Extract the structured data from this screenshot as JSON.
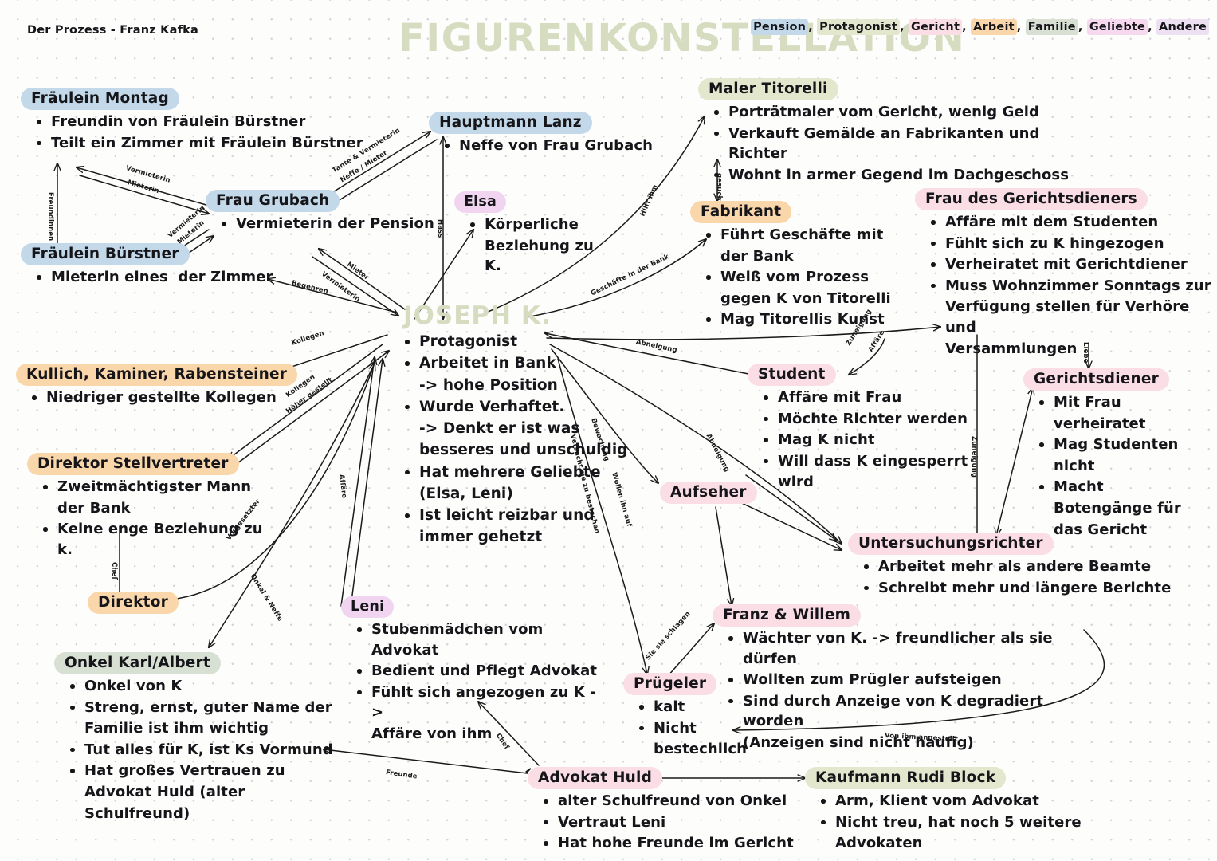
{
  "document": {
    "header": "Der Prozess - Franz Kafka",
    "title": "FIGURENKONSTELLATION",
    "title_color": "#d6dcc0"
  },
  "legend": {
    "items": [
      {
        "label": "Pension",
        "color": "#c3d8e8"
      },
      {
        "label": "Protagonist",
        "color": "#e3e7cd"
      },
      {
        "label": "Gericht",
        "color": "#fadde5"
      },
      {
        "label": "Arbeit",
        "color": "#fad7ab"
      },
      {
        "label": "Familie",
        "color": "#d7e0d3"
      },
      {
        "label": "Geliebte",
        "color": "#f6d9ef"
      },
      {
        "label": "Andere",
        "color": "#ece0f2"
      }
    ],
    "separator": ", "
  },
  "central": {
    "title": "JOSEPH K.",
    "category": "Protagonist",
    "bullets": [
      "Protagonist",
      "Arbeitet in Bank",
      "-> hohe Position",
      "Wurde Verhaftet.",
      "-> Denkt er ist was",
      "besseres und unschuldig",
      "Hat mehrere Geliebte",
      "(Elsa, Leni)",
      "Ist leicht reizbar und",
      "immer gehetzt"
    ]
  },
  "nodes": [
    {
      "id": "fraeulein-montag",
      "title": "Fräulein Montag",
      "color": "#c3d8e8",
      "category": "Pension",
      "bullets": [
        "Freundin von Fräulein Bürstner",
        "Teilt ein Zimmer mit Fräulein Bürstner"
      ]
    },
    {
      "id": "fraeulein-buerstner",
      "title": "Fräulein Bürstner",
      "color": "#c3d8e8",
      "category": "Pension",
      "bullets": [
        "Mieterin eines  der Zimmer"
      ]
    },
    {
      "id": "frau-grubach",
      "title": "Frau Grubach",
      "color": "#c3d8e8",
      "category": "Pension",
      "bullets": [
        "Vermieterin der Pension"
      ]
    },
    {
      "id": "hauptmann-lanz",
      "title": "Hauptmann Lanz",
      "color": "#c3d8e8",
      "category": "Pension",
      "bullets": [
        "Neffe von Frau Grubach"
      ]
    },
    {
      "id": "elsa",
      "title": "Elsa",
      "color": "#f6d9ef",
      "category": "Geliebte",
      "bullets": [
        "Körperliche",
        "Beziehung zu K."
      ]
    },
    {
      "id": "maler-titorelli",
      "title": "Maler Titorelli",
      "color": "#e3e7cd",
      "category": "Andere",
      "bullets": [
        "Porträtmaler vom Gericht, wenig Geld",
        "Verkauft Gemälde an Fabrikanten und Richter",
        "Wohnt in armer Gegend im Dachgeschoss"
      ]
    },
    {
      "id": "fabrikant",
      "title": "Fabrikant",
      "color": "#fad7ab",
      "category": "Arbeit",
      "bullets": [
        "Führt Geschäfte mit",
        "der Bank",
        "Weiß vom Prozess",
        "gegen K von Titorelli",
        "Mag Titorellis Kunst"
      ]
    },
    {
      "id": "frau-des-gerichtsdieners",
      "title": "Frau des Gerichtsdieners",
      "color": "#fadde5",
      "category": "Gericht",
      "bullets": [
        "Affäre mit dem Studenten",
        "Fühlt sich zu K hingezogen",
        "Verheiratet mit Gerichtdiener",
        "Muss Wohnzimmer Sonntags zur",
        "Verfügung stellen für Verhöre und",
        "Versammlungen"
      ]
    },
    {
      "id": "student",
      "title": "Student",
      "color": "#fadde5",
      "category": "Gericht",
      "bullets": [
        "Affäre mit Frau",
        "Möchte Richter werden",
        "Mag K nicht",
        "Will dass K eingesperrt",
        "wird"
      ]
    },
    {
      "id": "gerichtsdiener",
      "title": "Gerichtsdiener",
      "color": "#fadde5",
      "category": "Gericht",
      "bullets": [
        "Mit Frau",
        "verheiratet",
        "Mag Studenten",
        "nicht",
        "Macht",
        "Botengänge für",
        "das Gericht"
      ]
    },
    {
      "id": "untersuchungsrichter",
      "title": "Untersuchungsrichter",
      "color": "#fadde5",
      "category": "Gericht",
      "bullets": [
        "Arbeitet mehr als andere Beamte",
        "Schreibt mehr und längere Berichte"
      ]
    },
    {
      "id": "aufseher",
      "title": "Aufseher",
      "color": "#fadde5",
      "category": "Gericht",
      "bullets": []
    },
    {
      "id": "franz-willem",
      "title": "Franz & Willem",
      "color": "#fadde5",
      "category": "Gericht",
      "bullets": [
        "Wächter von K. -> freundlicher als sie dürfen",
        "Wollten zum Prügler aufsteigen",
        "Sind durch Anzeige von K degradiert worden",
        "(Anzeigen sind nicht häufig)"
      ]
    },
    {
      "id": "pruegeler",
      "title": "Prügeler",
      "color": "#fadde5",
      "category": "Gericht",
      "bullets": [
        "kalt",
        "Nicht",
        "bestechlich"
      ]
    },
    {
      "id": "kullich-kaminer-rabensteiner",
      "title": "Kullich, Kaminer, Rabensteiner",
      "color": "#fad7ab",
      "category": "Arbeit",
      "bullets": [
        "Niedriger gestellte Kollegen"
      ]
    },
    {
      "id": "direktor-stellvertreter",
      "title": "Direktor Stellvertreter",
      "color": "#fad7ab",
      "category": "Arbeit",
      "bullets": [
        "Zweitmächtigster Mann",
        "der Bank",
        "Keine enge Beziehung zu k."
      ]
    },
    {
      "id": "direktor",
      "title": "Direktor",
      "color": "#fad7ab",
      "category": "Arbeit",
      "bullets": []
    },
    {
      "id": "onkel-karl-albert",
      "title": "Onkel Karl/Albert",
      "color": "#d7e0d3",
      "category": "Familie",
      "bullets": [
        "Onkel von K",
        "Streng, ernst, guter Name der",
        "Familie ist ihm wichtig",
        "Tut alles für K, ist Ks Vormund",
        "Hat großes Vertrauen zu",
        "Advokat Huld (alter",
        "Schulfreund)"
      ]
    },
    {
      "id": "leni",
      "title": "Leni",
      "color": "#f1d5f0",
      "category": "Geliebte",
      "bullets": [
        "Stubenmädchen vom Advokat",
        "Bedient und Pflegt Advokat",
        "Fühlt sich angezogen zu K ->",
        "Affäre von ihm"
      ]
    },
    {
      "id": "advokat-huld",
      "title": "Advokat Huld",
      "color": "#fadde5",
      "category": "Gericht",
      "bullets": [
        "alter Schulfreund von Onkel",
        "Vertraut Leni",
        "Hat hohe Freunde im Gericht"
      ]
    },
    {
      "id": "kaufmann-rudi-block",
      "title": "Kaufmann Rudi Block",
      "color": "#e3e7cd",
      "category": "Andere",
      "bullets": [
        "Arm, Klient vom Advokat",
        "Nicht treu, hat noch 5 weitere",
        "Advokaten"
      ]
    }
  ],
  "edge_labels": [
    {
      "text": "Vermieterin"
    },
    {
      "text": "Mieterin"
    },
    {
      "text": "Freundinnen"
    },
    {
      "text": "Vermieterin"
    },
    {
      "text": "Mieterin"
    },
    {
      "text": "Tante & Vermieterin"
    },
    {
      "text": "Neffe / Mieter"
    },
    {
      "text": "Hass"
    },
    {
      "text": "Mieter"
    },
    {
      "text": "Vermieterin"
    },
    {
      "text": "Begehren"
    },
    {
      "text": "Kollegen"
    },
    {
      "text": "Kollegen"
    },
    {
      "text": "Höher gestellt"
    },
    {
      "text": "Affäre"
    },
    {
      "text": "Chef"
    },
    {
      "text": "Vorgesetzter"
    },
    {
      "text": "Onkel & Neffe"
    },
    {
      "text": "Freunde"
    },
    {
      "text": "Chef"
    },
    {
      "text": "Geschäfte in der Bank"
    },
    {
      "text": "Abneigung"
    },
    {
      "text": "Hilft ihm"
    },
    {
      "text": "gesucht"
    },
    {
      "text": "Zuneigung"
    },
    {
      "text": "Affäre"
    },
    {
      "text": "Zuneigung"
    },
    {
      "text": "Liebe"
    },
    {
      "text": "Abneigung"
    },
    {
      "text": "Versucht sie zu bestechen"
    },
    {
      "text": "Bewachung"
    },
    {
      "text": "Wollen ihn auf"
    },
    {
      "text": "Sie sie schlagen"
    },
    {
      "text": "Von ihm angestellt"
    }
  ]
}
